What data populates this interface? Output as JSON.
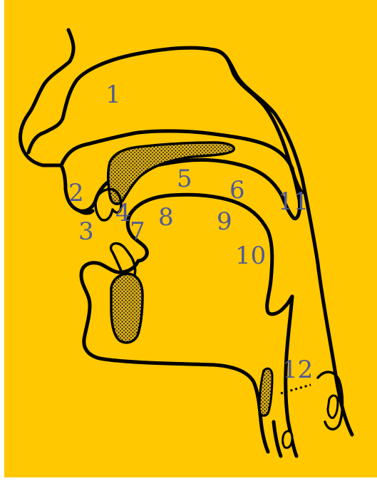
{
  "colors": {
    "background": "#FFC800",
    "line": "#000000",
    "label": "#4F5A95",
    "bone_fill": "#C9A020"
  },
  "labels": [
    "1",
    "2",
    "3",
    "4",
    "5",
    "6",
    "7",
    "8",
    "9",
    "10",
    "11",
    "12"
  ]
}
